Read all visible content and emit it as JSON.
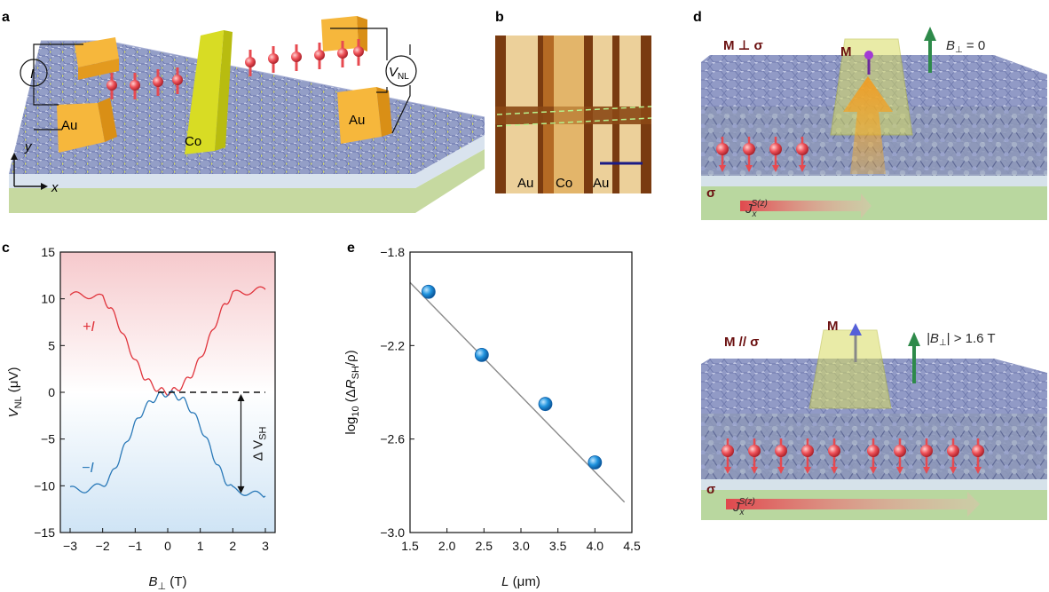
{
  "panels": {
    "a": {
      "label": "a",
      "electrodes": [
        "Au",
        "Co",
        "Au"
      ],
      "current_label": "I",
      "voltage_label": "V",
      "voltage_sub": "NL",
      "axis_y": "y",
      "axis_x": "x"
    },
    "b": {
      "label": "b",
      "electrodes": [
        "Au",
        "Co",
        "Au"
      ]
    },
    "c": {
      "label": "c"
    },
    "d": {
      "label": "d",
      "top": {
        "magnet_condition": "M ⊥ σ",
        "magnet_label": "M",
        "field_label": "B",
        "field_sub": "⊥",
        "field_value": " = 0",
        "sigma": "σ",
        "current_label": "J",
        "current_sub": "x",
        "current_sup": "S(z)"
      },
      "bottom": {
        "magnet_condition": "M // σ",
        "magnet_label": "M",
        "field_prefix": "|B",
        "field_sub": "⊥",
        "field_value": "| > 1.6 T",
        "sigma": "σ",
        "current_label": "J",
        "current_sub": "x",
        "current_sup": "S(z)"
      }
    },
    "e": {
      "label": "e"
    }
  },
  "colors": {
    "red_trace": "#e0343c",
    "blue_trace": "#2a79b8",
    "point_fill": "#1e8fd8",
    "fit_line": "#8a8a8a"
  },
  "chart_data": [
    {
      "id": "c",
      "type": "line",
      "xlabel_main": "B",
      "xlabel_sub": "⊥",
      "xlabel_unit": " (T)",
      "ylabel_main": "V",
      "ylabel_sub": "NL",
      "ylabel_unit": " (μV)",
      "xlim": [
        -3.3,
        3.3
      ],
      "ylim": [
        -15,
        15
      ],
      "xticks": [
        -3,
        -2,
        -1,
        0,
        1,
        2,
        3
      ],
      "yticks": [
        -15,
        -10,
        -5,
        0,
        5,
        10,
        15
      ],
      "series": [
        {
          "name": "+I",
          "x": [
            -3.0,
            -2.5,
            -2.0,
            -1.75,
            -1.5,
            -1.25,
            -1.0,
            -0.75,
            -0.5,
            -0.25,
            0.0,
            0.25,
            0.5,
            0.75,
            1.0,
            1.25,
            1.5,
            1.75,
            2.0,
            2.5,
            3.0
          ],
          "y": [
            10.4,
            10.4,
            10.1,
            9.0,
            7.2,
            5.2,
            3.4,
            1.8,
            0.8,
            0.2,
            0.0,
            0.2,
            0.9,
            2.0,
            3.6,
            5.5,
            7.6,
            9.4,
            10.5,
            10.8,
            11.0
          ]
        },
        {
          "name": "−I",
          "x": [
            -3.0,
            -2.5,
            -2.0,
            -1.75,
            -1.5,
            -1.25,
            -1.0,
            -0.75,
            -0.5,
            -0.25,
            0.0,
            0.25,
            0.5,
            0.75,
            1.0,
            1.25,
            1.5,
            1.75,
            2.0,
            2.5,
            3.0
          ],
          "y": [
            -10.4,
            -10.4,
            -10.0,
            -9.0,
            -7.2,
            -5.2,
            -3.4,
            -1.9,
            -0.9,
            -0.3,
            -0.1,
            -0.3,
            -0.9,
            -2.0,
            -3.6,
            -5.5,
            -7.6,
            -9.3,
            -10.4,
            -10.8,
            -11.1
          ]
        }
      ],
      "annotation": {
        "label_main": "Δ V",
        "label_sub": "SH",
        "y_top": 0,
        "y_bottom": -11
      }
    },
    {
      "id": "e",
      "type": "scatter",
      "xlabel_main": "L",
      "xlabel_unit": " (μm)",
      "ylabel_prefix": "log",
      "ylabel_prefix_sub": "10",
      "ylabel_open": " (Δ",
      "ylabel_main": "R",
      "ylabel_sub": "SH",
      "ylabel_close": "/ρ)",
      "xlim": [
        1.5,
        4.5
      ],
      "ylim": [
        -3.0,
        -1.8
      ],
      "xticks": [
        1.5,
        2.0,
        2.5,
        3.0,
        3.5,
        4.0,
        4.5
      ],
      "yticks": [
        -3.0,
        -2.6,
        -2.2,
        -1.8
      ],
      "points": [
        {
          "x": 1.75,
          "y": -1.97
        },
        {
          "x": 2.47,
          "y": -2.24
        },
        {
          "x": 3.33,
          "y": -2.45
        },
        {
          "x": 4.0,
          "y": -2.7
        }
      ],
      "fit": {
        "x": [
          1.5,
          4.4
        ],
        "y": [
          -1.93,
          -2.87
        ]
      }
    }
  ]
}
